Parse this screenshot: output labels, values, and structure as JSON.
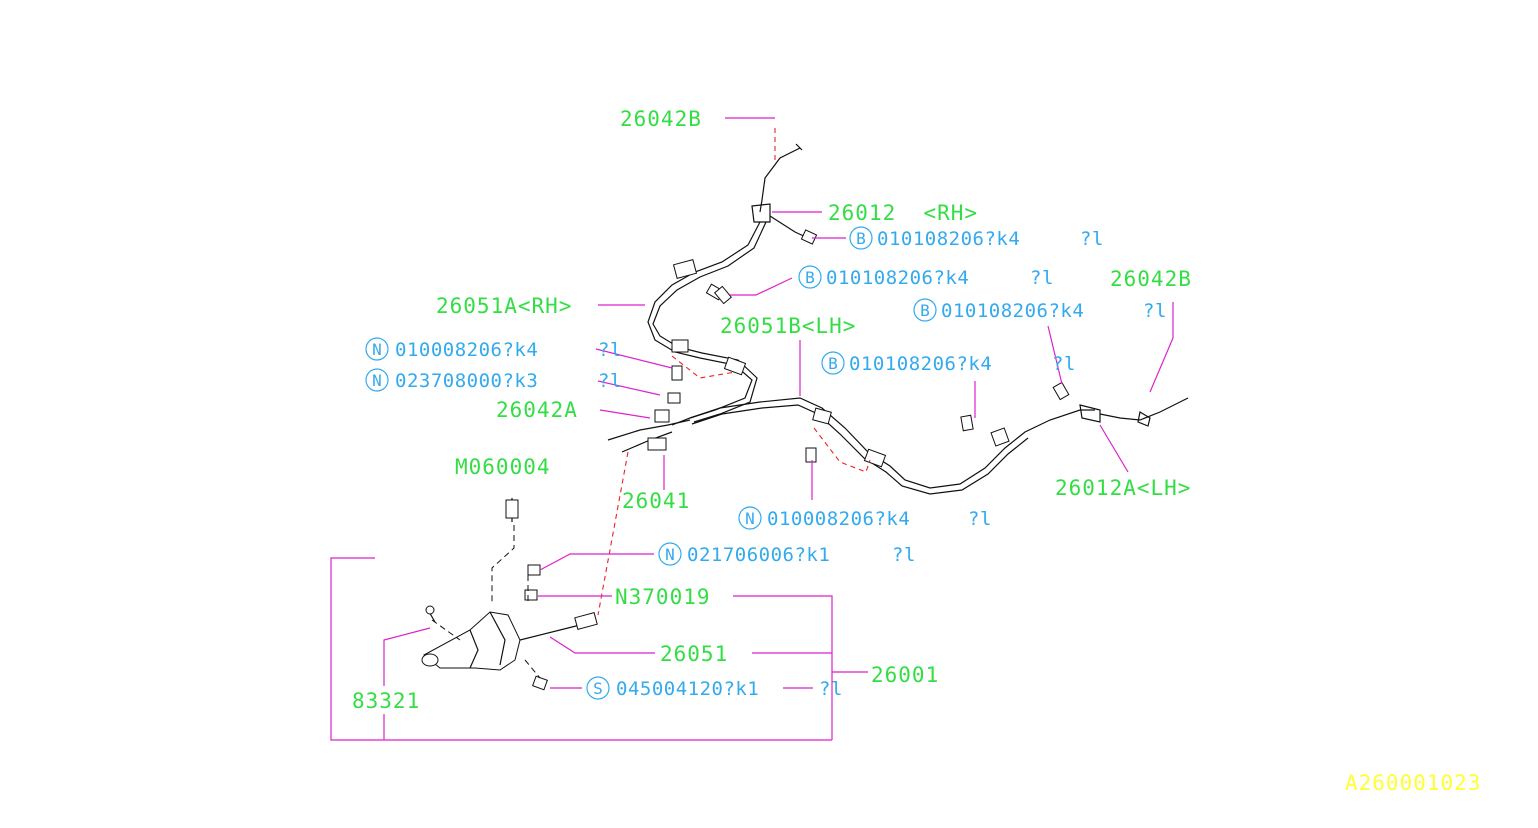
{
  "parts": {
    "p26042b_top": "26042B",
    "p26012_rh": "26012  <RH>",
    "p26051a_rh": "26051A<RH>",
    "p26051b_lh": "26051B<LH>",
    "p26042b_right": "26042B",
    "p26042a": "26042A",
    "m060004": "M060004",
    "p26041": "26041",
    "p26012a_lh": "26012A<LH>",
    "n370019": "N370019",
    "p26051": "26051",
    "p26001": "26001",
    "p83321": "83321"
  },
  "bolts": [
    {
      "mark": "B",
      "code": "010108206?k4",
      "qty": "?l"
    },
    {
      "mark": "B",
      "code": "010108206?k4",
      "qty": "?l"
    },
    {
      "mark": "B",
      "code": "010108206?k4",
      "qty": "?l"
    },
    {
      "mark": "N",
      "code": "010008206?k4",
      "qty": "?l"
    },
    {
      "mark": "N",
      "code": "023708000?k3",
      "qty": "?l"
    },
    {
      "mark": "B",
      "code": "010108206?k4",
      "qty": "?l"
    },
    {
      "mark": "N",
      "code": "010008206?k4",
      "qty": "?l"
    },
    {
      "mark": "N",
      "code": "021706006?k1",
      "qty": "?l"
    },
    {
      "mark": "S",
      "code": "045004120?k1",
      "qty": "?l"
    }
  ],
  "figure_id": "A260001023",
  "colors": {
    "part_number": "#33dd44",
    "bolt_code": "#33aaee",
    "leader": "#dd22cc",
    "dashed_link": "#ee2222",
    "figure_id": "#ffff33"
  }
}
